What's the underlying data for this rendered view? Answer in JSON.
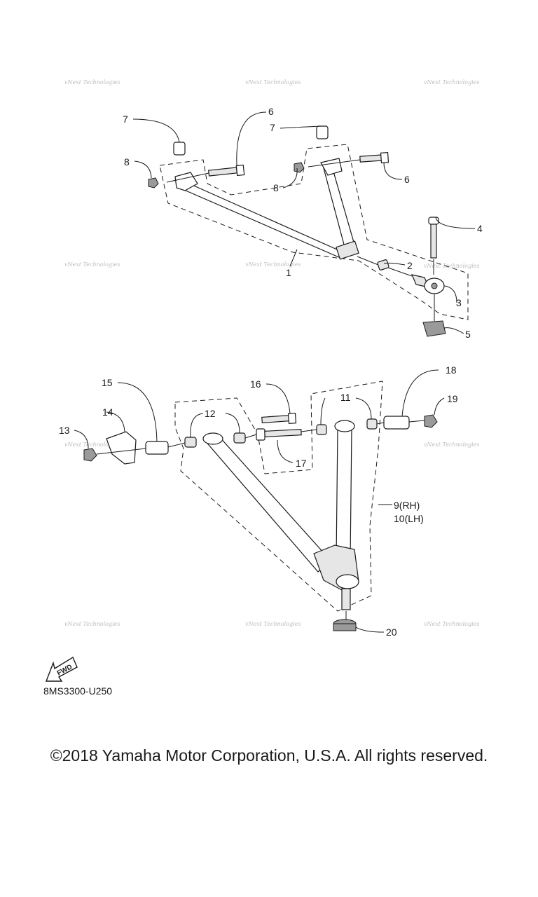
{
  "watermark": "vNext Technologies",
  "callouts": {
    "c1": "1",
    "c2": "2",
    "c3": "3",
    "c4": "4",
    "c5": "5",
    "c6a": "6",
    "c6b": "6",
    "c7a": "7",
    "c7b": "7",
    "c8a": "8",
    "c8b": "8",
    "c9": "9(RH)",
    "c10": "10(LH)",
    "c11": "11",
    "c12": "12",
    "c13": "13",
    "c14": "14",
    "c15": "15",
    "c16": "16",
    "c17": "17",
    "c18": "18",
    "c19": "19",
    "c20": "20"
  },
  "fwd_label": "FWD",
  "part_code": "8MS3300-U250",
  "copyright": "©2018 Yamaha Motor Corporation, U.S.A. All rights reserved."
}
